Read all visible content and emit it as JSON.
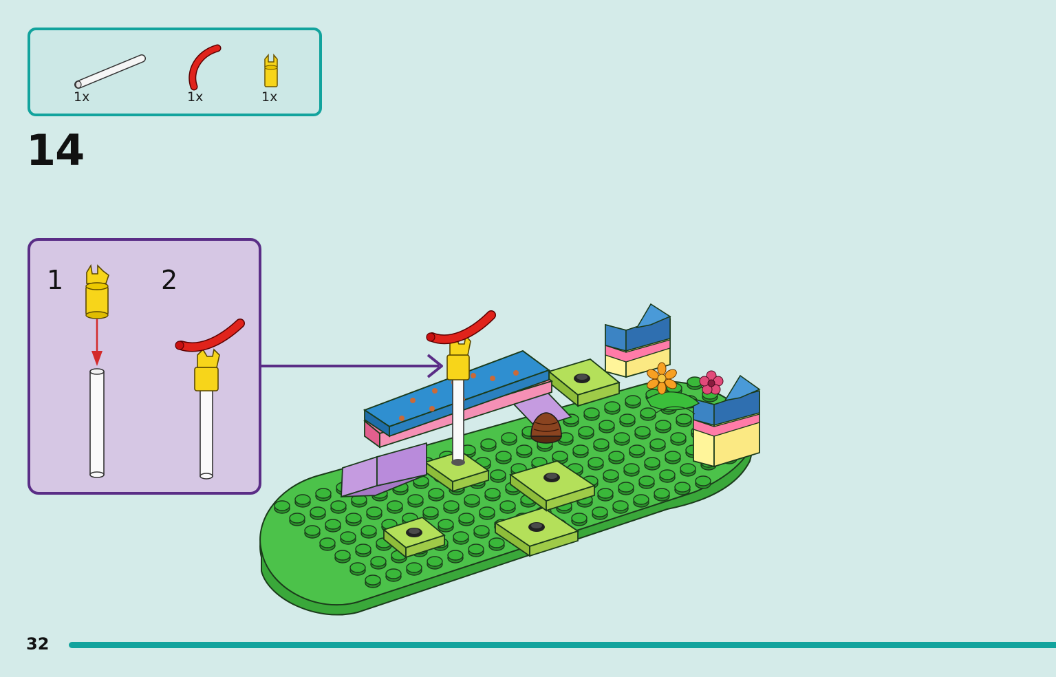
{
  "parts_list": {
    "items": [
      {
        "icon": "white-bar-part",
        "qty": "1x"
      },
      {
        "icon": "red-curved-bar-part",
        "qty": "1x"
      },
      {
        "icon": "yellow-clip-part",
        "qty": "1x"
      }
    ]
  },
  "step": {
    "number": "14"
  },
  "sub_steps": [
    {
      "label": "1"
    },
    {
      "label": "2"
    }
  ],
  "footer": {
    "page_number": "32"
  },
  "colors": {
    "background": "#d4ebe9",
    "accent_teal": "#12a39d",
    "substep_border": "#5a2d86",
    "substep_fill": "#d6c7e4",
    "baseplate_green": "#4cc24a",
    "tile_lime": "#b4e05a",
    "bench_blue": "#2f8fd0",
    "clip_yellow": "#f7d51a",
    "bar_red": "#e0231b"
  }
}
